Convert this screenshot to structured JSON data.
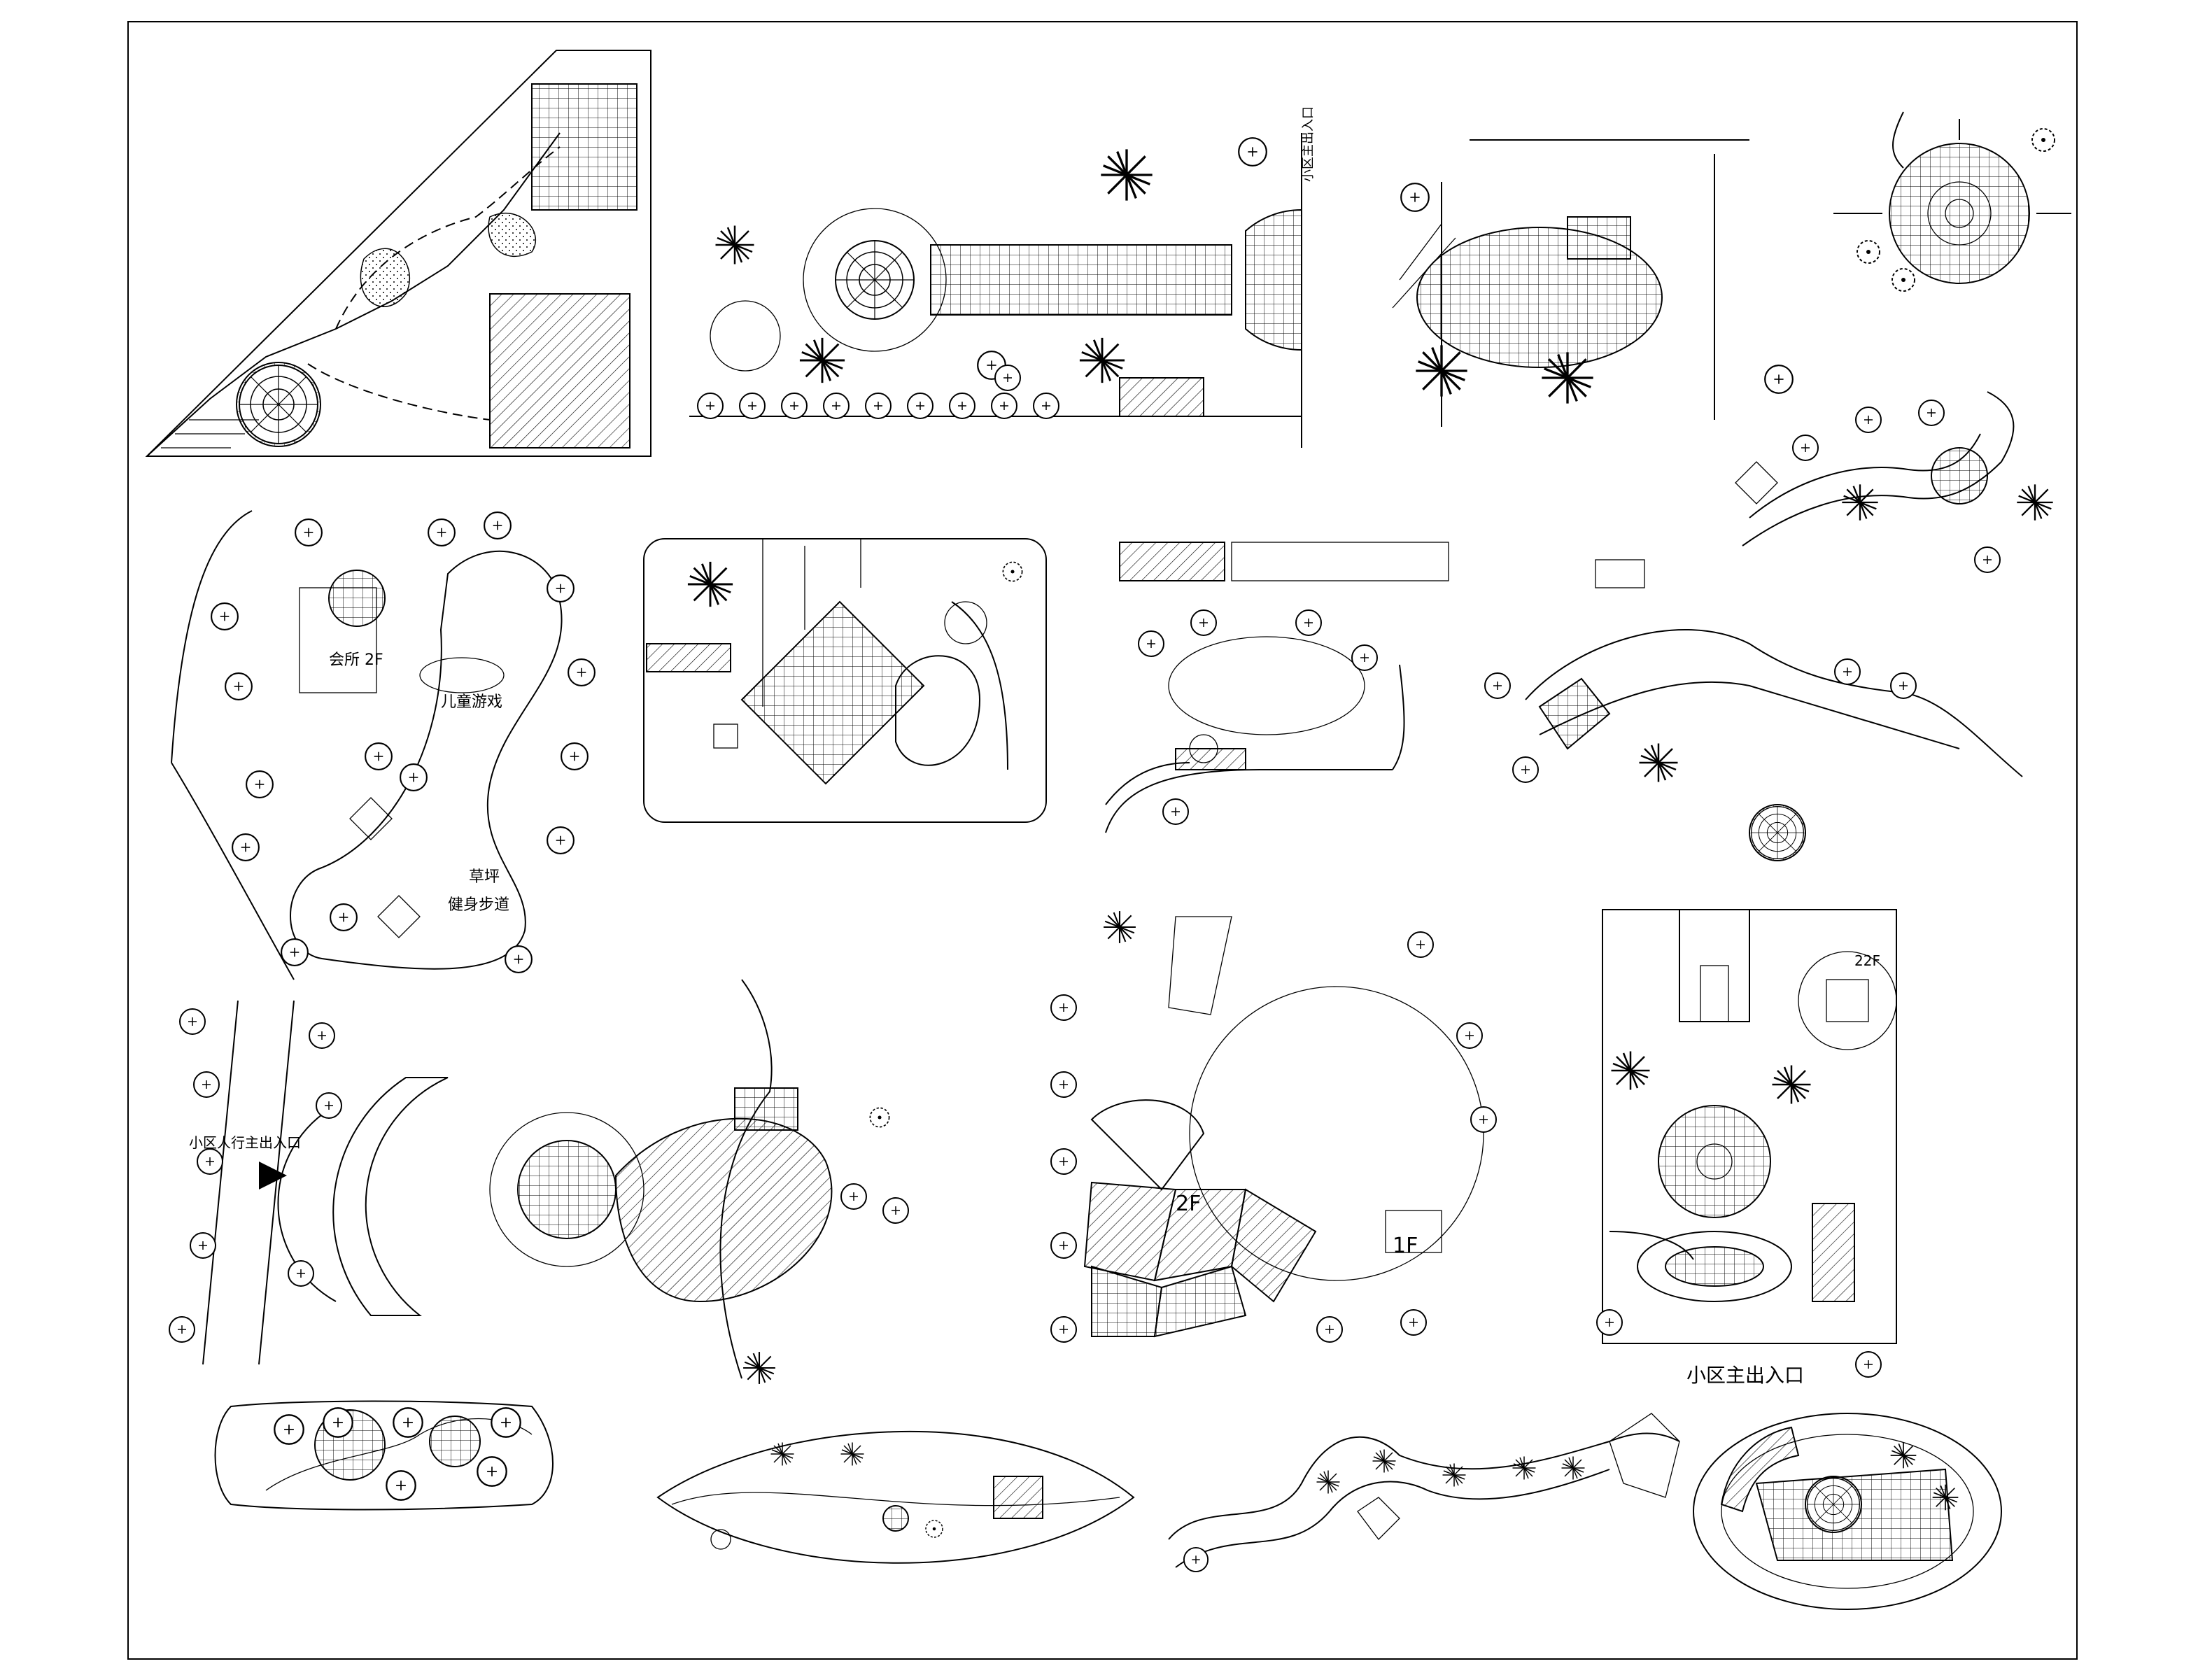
{
  "drawing": {
    "panel_labels": {
      "clubhouse_2f": "会所 2F",
      "childrens_play": "儿童游戏",
      "lawn": "草坪",
      "fitness_path": "健身步道",
      "pedestrian_entrance": "小区人行主出入口",
      "main_entrance_bottom": "小区主出入口",
      "main_entrance_top": "小区主出入口",
      "panel_2f": "2F",
      "panel_1f": "1F",
      "panel_22f": "22F"
    }
  }
}
